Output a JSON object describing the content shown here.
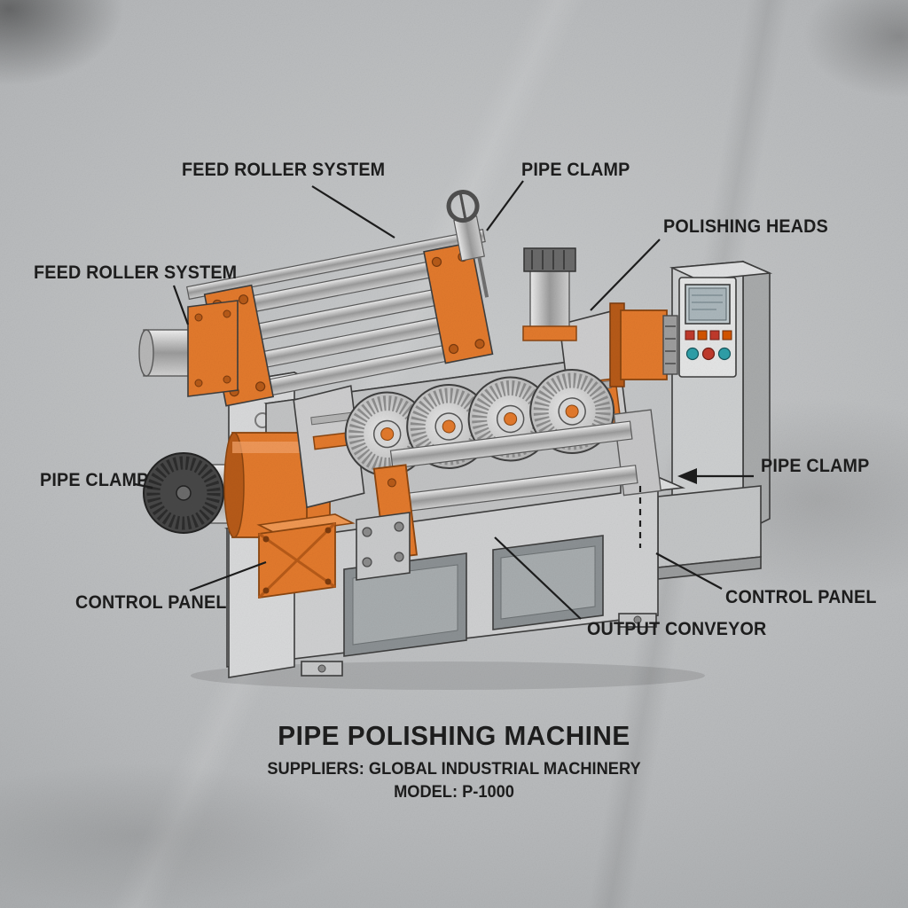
{
  "diagram": {
    "labels": {
      "feed_roller_top": "FEED ROLLER SYSTEM",
      "pipe_clamp_top": "PIPE CLAMP",
      "polishing_heads": "POLISHING HEADS",
      "feed_roller_left": "FEED ROLLER SYSTEM",
      "pipe_clamp_left": "PIPE CLAMP",
      "pipe_clamp_right": "PIPE CLAMP",
      "control_panel_left": "CONTROL PANEL",
      "control_panel_right": "CONTROL PANEL",
      "output_conveyor": "OUTPUT CONVEYOR"
    },
    "title": "PIPE POLISHING MACHINE",
    "supplier_line": "SUPPLIERS: GLOBAL INDUSTRIAL MACHINERY",
    "model_line": "MODEL: P-1000",
    "colors": {
      "accent": "#e2792c",
      "accent-dark": "#b65a18",
      "label-ink": "#1d1d1d"
    }
  }
}
